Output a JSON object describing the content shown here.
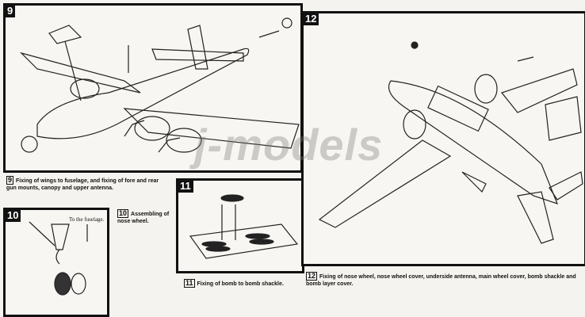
{
  "watermark": "j-models",
  "steps": [
    {
      "number": "9",
      "caption": "Fixing of wings to fuselage, and fixing of fore and rear gun mounts, canopy and upper antenna."
    },
    {
      "number": "10",
      "caption": "Assembling of nose wheel.",
      "note": "To the fuselage."
    },
    {
      "number": "11",
      "caption": "Fixing of bomb to bomb shackle."
    },
    {
      "number": "12",
      "caption": "Fixing of nose wheel, nose wheel cover, underside antenna, main wheel cover, bomb shackle and bomb layer cover."
    }
  ]
}
